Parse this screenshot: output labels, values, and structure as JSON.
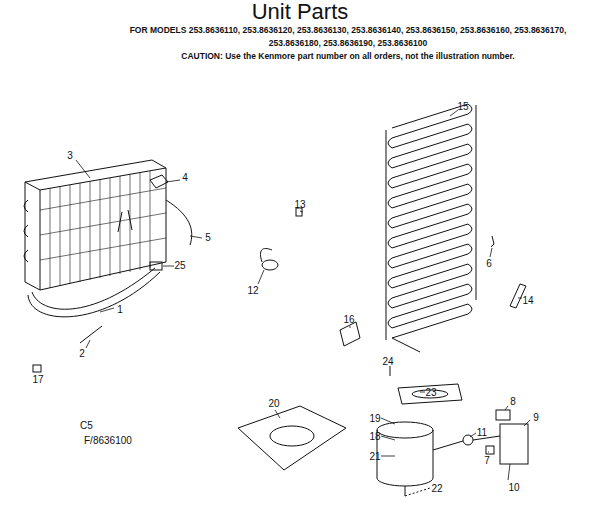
{
  "diagram": {
    "title": "Unit Parts",
    "labels": [
      "FOR MODELS 253.8636110, 253.8636120, 253.8636130, 253.8636140, 253.8636150, 253.8636160, 253.8636170, 253.8636180, 253.8636190, 253.8636100",
      "CAUTION: Use the Kenmore part number on all orders, not the illustration number.",
      "3",
      "4",
      "5",
      "25",
      "1",
      "2",
      "17",
      "13",
      "12",
      "15",
      "6",
      "14",
      "16",
      "24",
      "23",
      "20",
      "19",
      "18",
      "21",
      "22",
      "8",
      "9",
      "11",
      "7",
      "10",
      "C5",
      "F/8636100"
    ]
  }
}
